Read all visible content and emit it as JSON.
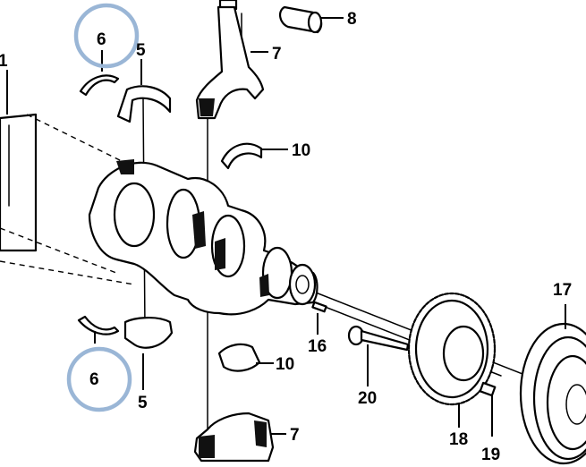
{
  "labels": {
    "l1": "1",
    "l5a": "5",
    "l5b": "5",
    "l6a": "6",
    "l6b": "6",
    "l7a": "7",
    "l7b": "7",
    "l8": "8",
    "l10a": "10",
    "l10b": "10",
    "l16": "16",
    "l17": "17",
    "l18": "18",
    "l19": "19",
    "l20": "20"
  },
  "highlight_color": "#9ab6d6"
}
